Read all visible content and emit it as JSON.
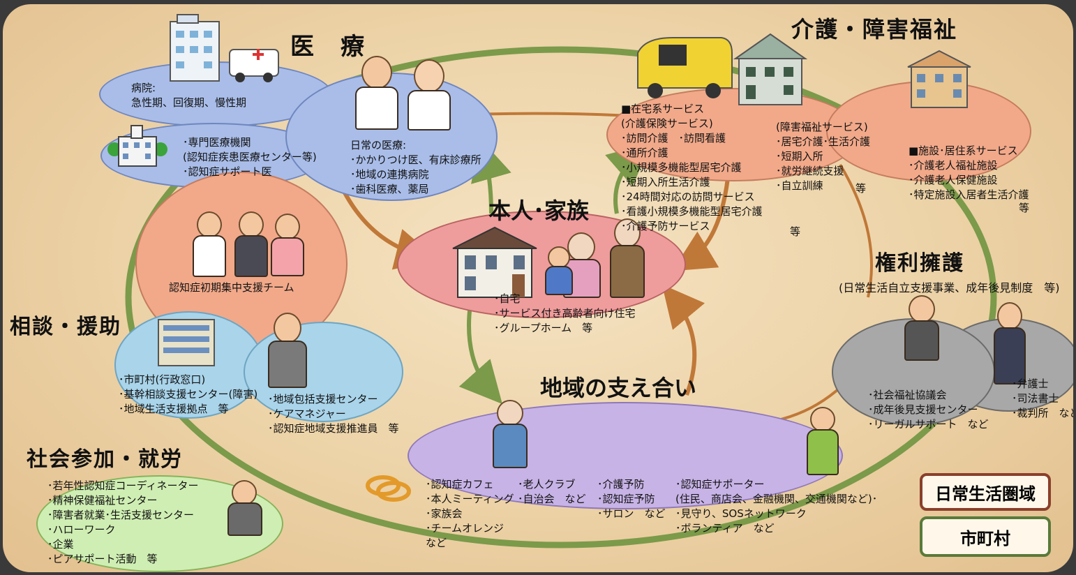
{
  "colors": {
    "medical": "#a9bde8",
    "care": "#f1a98a",
    "team": "#f1a98a",
    "consult": "#a9d4ea",
    "home": "#ef9c9c",
    "community": "#c7b3e6",
    "rights": "#a8a8a8",
    "social": "#cfeeb3",
    "ring": "#7b9a4a",
    "arrow": "#c07838",
    "legend_border": "#8a3f2c",
    "legend_border2": "#5a7a3a"
  },
  "sections": {
    "medical": {
      "heading": "医　療"
    },
    "care": {
      "heading": "介護・障害福祉"
    },
    "rights": {
      "heading": "権利擁護",
      "sub": "(日常生活自立支援事業、成年後見制度　等)"
    },
    "consult": {
      "heading": "相談・援助"
    },
    "social": {
      "heading": "社会参加・就労"
    },
    "home": {
      "heading": "本人･家族"
    },
    "community": {
      "heading": "地域の支え合い"
    }
  },
  "blocks": {
    "hospital": [
      "病院:",
      "急性期、回復期、慢性期"
    ],
    "specialist": [
      "･専門医療機関",
      "(認知症疾患医療センター等)",
      "･認知症サポート医"
    ],
    "daily_medical": [
      "日常の医療:",
      "･かかりつけ医、有床診療所",
      "･地域の連携病院",
      "･歯科医療、薬局"
    ],
    "home_care": [
      "■在宅系サービス",
      "(介護保険サービス)",
      "･訪問介護　･訪問看護",
      "･通所介護",
      "･小規模多機能型居宅介護",
      "･短期入所生活介護",
      "･24時間対応の訪問サービス",
      "･看護小規模多機能型居宅介護",
      "･介護予防サービス"
    ],
    "home_care_etc": "等",
    "disability": [
      "(障害福祉サービス)",
      "･居宅介護･生活介護",
      "･短期入所",
      "･就労継続支援",
      "･自立訓練"
    ],
    "disability_etc": "等",
    "facility": [
      "■施設･居住系サービス",
      "･介護老人福祉施設",
      "･介護老人保健施設",
      "･特定施設入居者生活介護"
    ],
    "facility_etc": "等",
    "initial_team": [
      "認知症初期集中支援チーム"
    ],
    "municipal": [
      "･市町村(行政窓口)",
      "･基幹相談支援センター(障害)",
      "･地域生活支援拠点　等"
    ],
    "comprehensive": [
      "･地域包括支援センター",
      "･ケアマネジャー",
      "･認知症地域支援推進員　等"
    ],
    "residence": [
      "･自宅",
      "･サービス付き高齢者向け住宅",
      "･グループホーム　等"
    ],
    "council": [
      "･社会福祉協議会",
      "･成年後見支援センター",
      "･リーガルサポート　など"
    ],
    "legal": [
      "･弁護士",
      "･司法書士",
      "･裁判所　など"
    ],
    "cafe": [
      "･認知症カフェ",
      "･本人ミーティング",
      "･家族会",
      "･チームオレンジ",
      "など"
    ],
    "club": [
      "･老人クラブ",
      "･自治会　など"
    ],
    "prevention": [
      "･介護予防",
      "･認知症予防",
      "･サロン　など"
    ],
    "supporter": [
      "･認知症サポーター",
      "(住民、商店会、金融機関、交通機関など)･",
      "･見守り、SOSネットワーク",
      "･ボランティア　など"
    ],
    "social": [
      "･若年性認知症コーディネーター",
      "･精神保健福祉センター",
      "･障害者就業･生活支援センター",
      "･ハローワーク",
      "･企業",
      "･ピアサポート活動　等"
    ]
  },
  "legend": {
    "daily_area": "日常生活圏域",
    "municipality": "市町村"
  }
}
